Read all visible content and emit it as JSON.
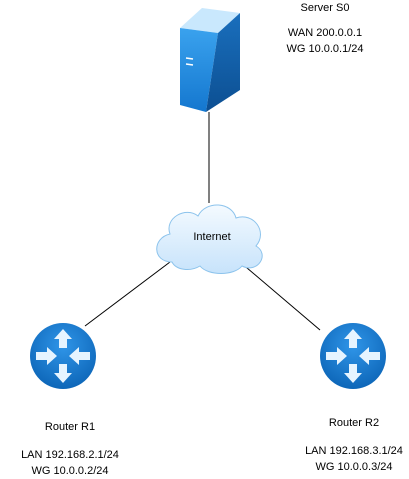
{
  "server": {
    "title": "Server S0",
    "wan": "WAN 200.0.0.1",
    "wg": "WG 10.0.0.1/24"
  },
  "internet": {
    "label": "Internet"
  },
  "router1": {
    "title": "Router R1",
    "lan": "LAN 192.168.2.1/24",
    "wg": "WG 10.0.0.2/24"
  },
  "router2": {
    "title": "Router R2",
    "lan": "LAN 192.168.3.1/24",
    "wg": "WG 10.0.0.3/24"
  },
  "colors": {
    "router_fill": "#1177cc",
    "router_highlight": "#5ab8f5",
    "server_front": "#1f87dd",
    "server_side": "#0f5fa8",
    "server_top": "#bfe2fb",
    "cloud_fill": "#dcefff",
    "cloud_stroke": "#7fb9e6",
    "link": "#000000"
  },
  "icons": {
    "server": "server-tower-icon",
    "cloud": "internet-cloud-icon",
    "router": "router-arrows-icon"
  }
}
